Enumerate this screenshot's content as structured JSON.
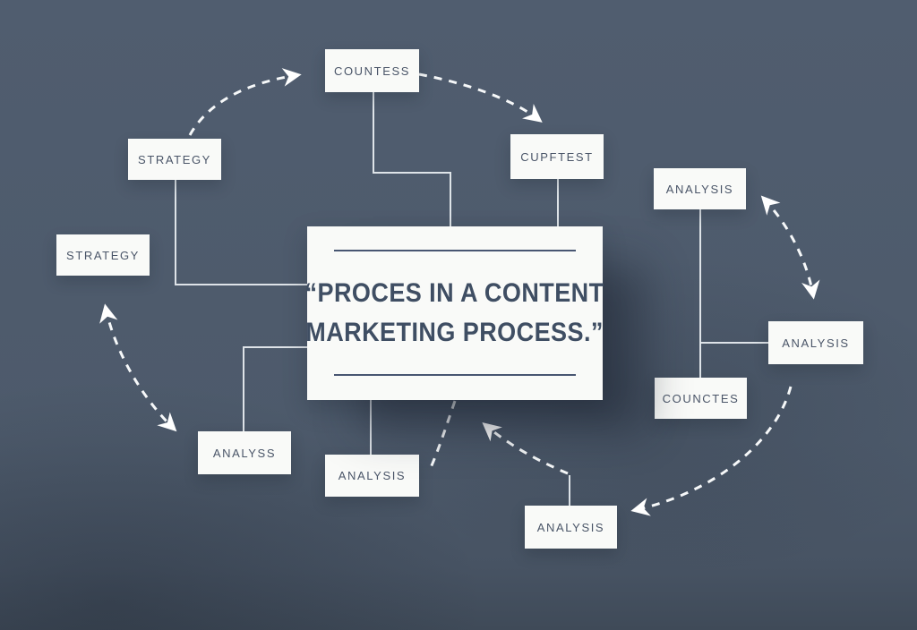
{
  "central": {
    "line1": "“PROCES IN A CONTENT",
    "line2": "MARKETING PROCESS.”"
  },
  "nodes": [
    {
      "id": "countess",
      "label": "COUNTESS"
    },
    {
      "id": "strategy-top",
      "label": "STRATEGY"
    },
    {
      "id": "strategy-left",
      "label": "STRATEGY"
    },
    {
      "id": "cupftest",
      "label": "CUPFTEST"
    },
    {
      "id": "analysis-top-right",
      "label": "ANALYSIS"
    },
    {
      "id": "analysis-right",
      "label": "ANALYSIS"
    },
    {
      "id": "counctes",
      "label": "COUNCTES"
    },
    {
      "id": "analyss",
      "label": "ANALYSS"
    },
    {
      "id": "analysis-bottom-left",
      "label": "ANALYSIS"
    },
    {
      "id": "analysis-bottom",
      "label": "ANALYSIS"
    }
  ],
  "colors": {
    "background": "#4d5a6b",
    "node_background": "#f9faf8",
    "node_text": "#4a5568",
    "title_text": "#3f4e63",
    "connector": "#e6ebef",
    "arrow": "#ffffff"
  }
}
